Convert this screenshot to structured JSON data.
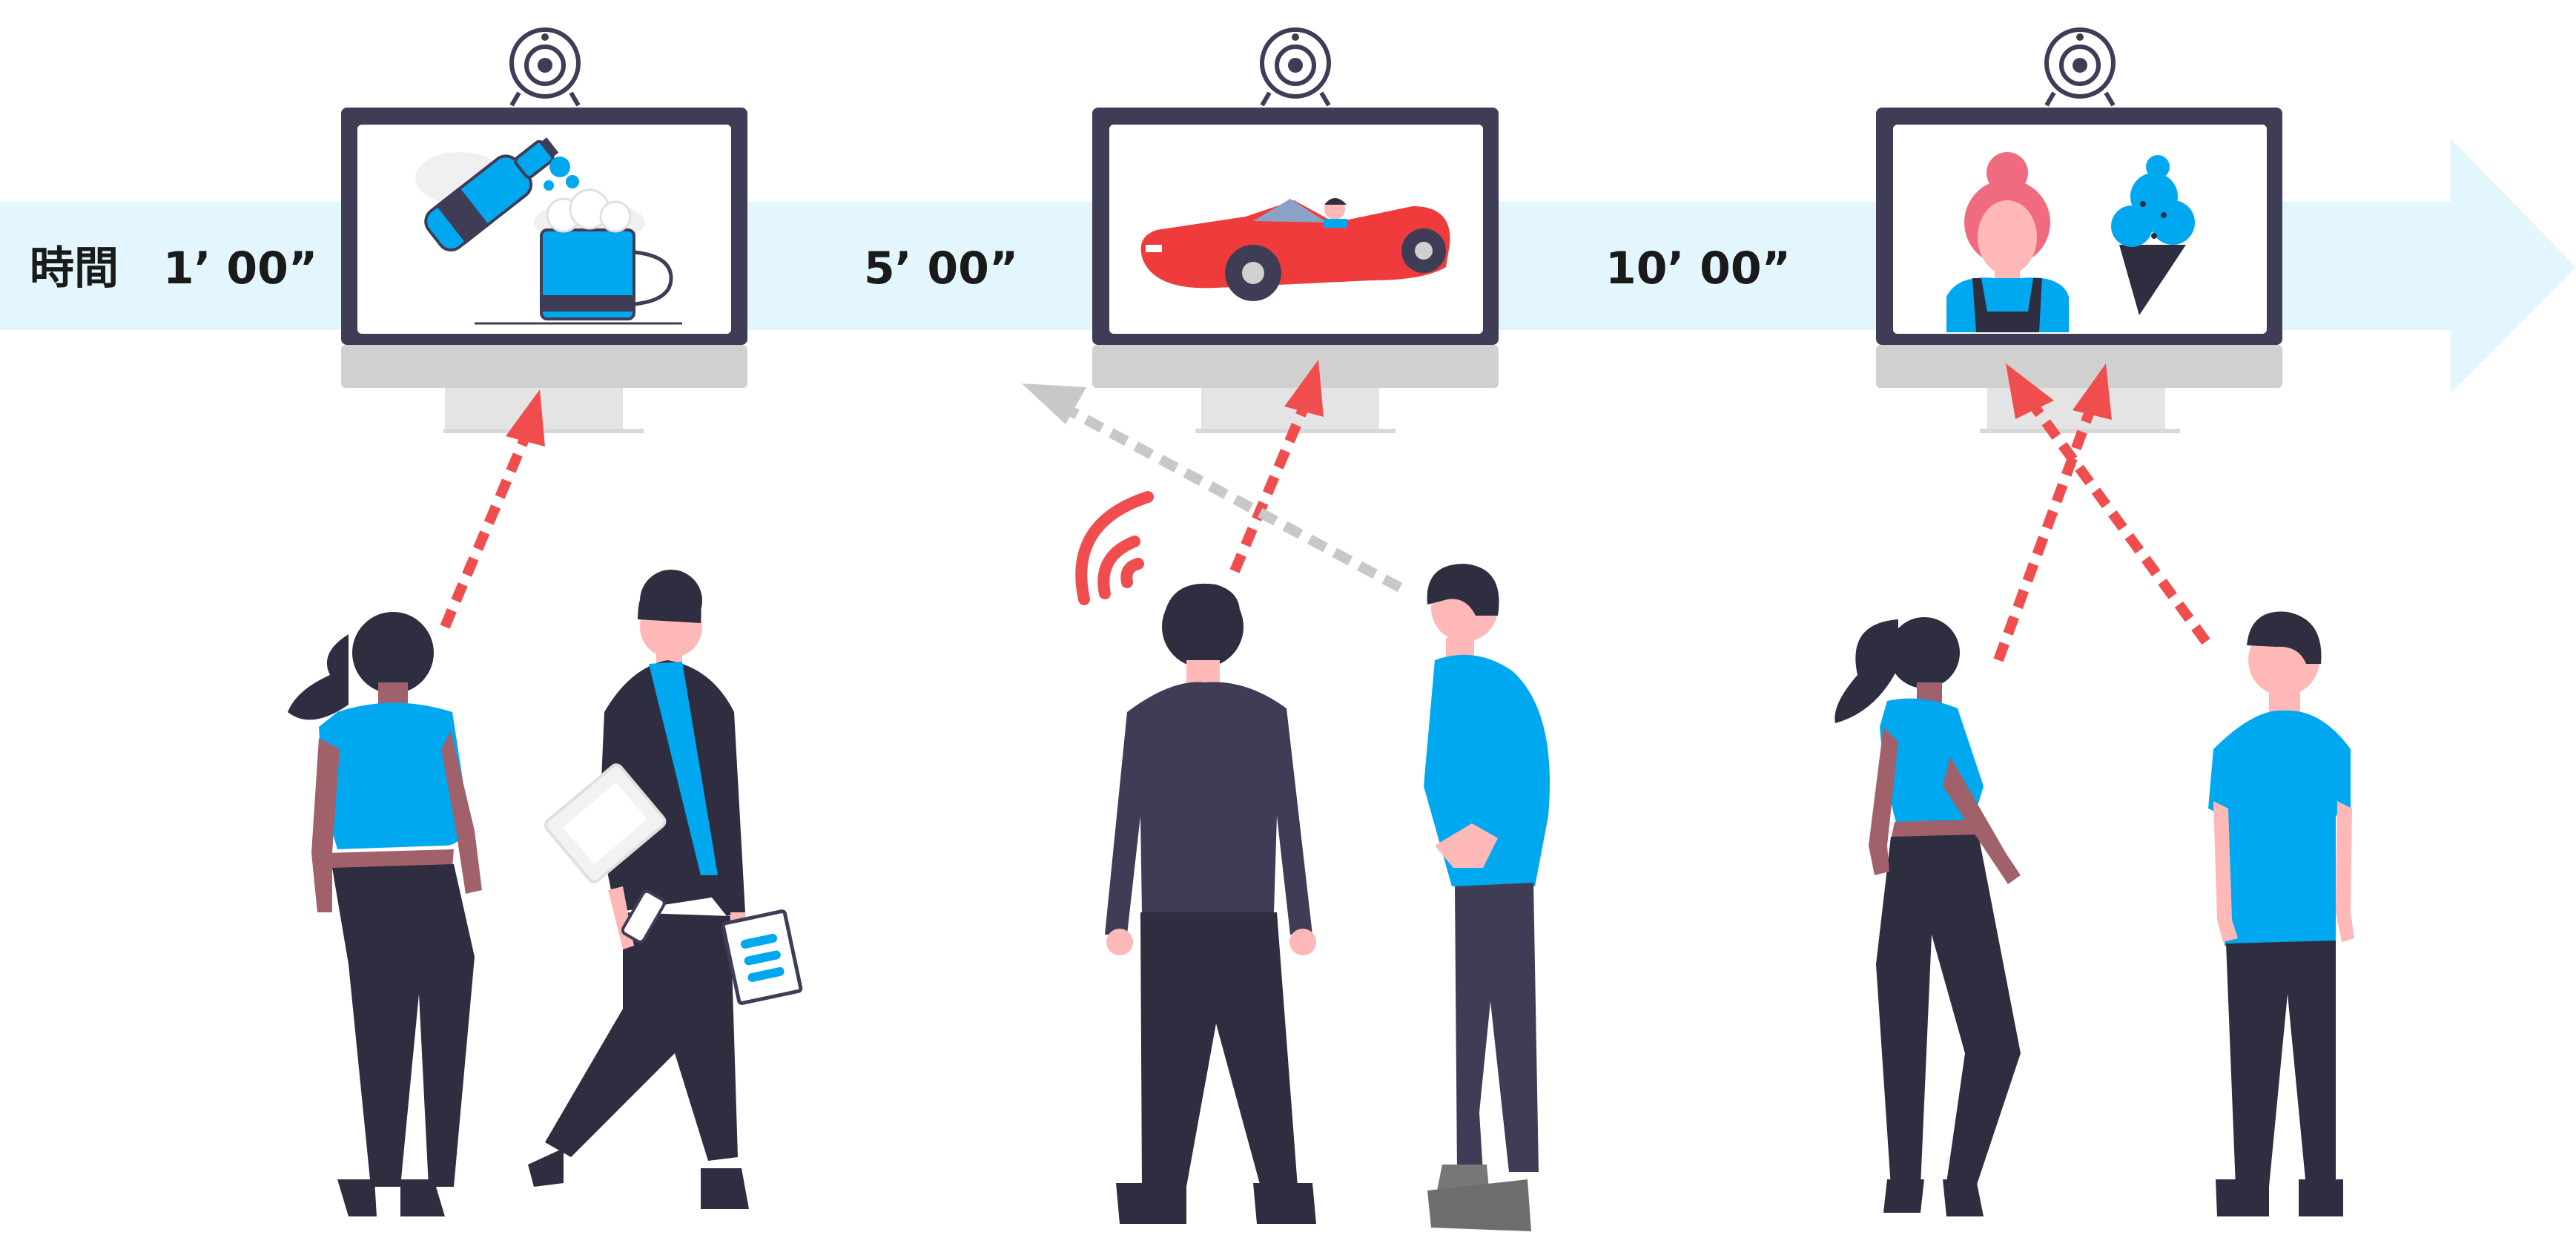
{
  "timeline": {
    "label": "時間",
    "marks": [
      "1’ 00”",
      "5’ 00”",
      "10’ 00”"
    ]
  },
  "screens": [
    {
      "id": "screen-1",
      "content": "beer-bottle-and-mug"
    },
    {
      "id": "screen-2",
      "content": "red-convertible-car"
    },
    {
      "id": "screen-3",
      "content": "person-and-ice-cream"
    }
  ],
  "colors": {
    "timeline_band": "#e3f5fd",
    "accent_blue": "#00a8f0",
    "monitor_dark": "#3f3d56",
    "monitor_stand": "#d0d0d0",
    "attention_arrow": "#f04e4e",
    "ignore_arrow": "#c8c8c8",
    "clothing_dark": "#2f2e41",
    "skin_light": "#ffb8b8",
    "skin_dark": "#a0616a",
    "car_red": "#ef3b3b",
    "hair_pink": "#f06a80"
  },
  "icons": [
    "webcam-icon",
    "wifi-signal-icon",
    "tablet-icon",
    "smartphone-icon",
    "document-icon"
  ]
}
